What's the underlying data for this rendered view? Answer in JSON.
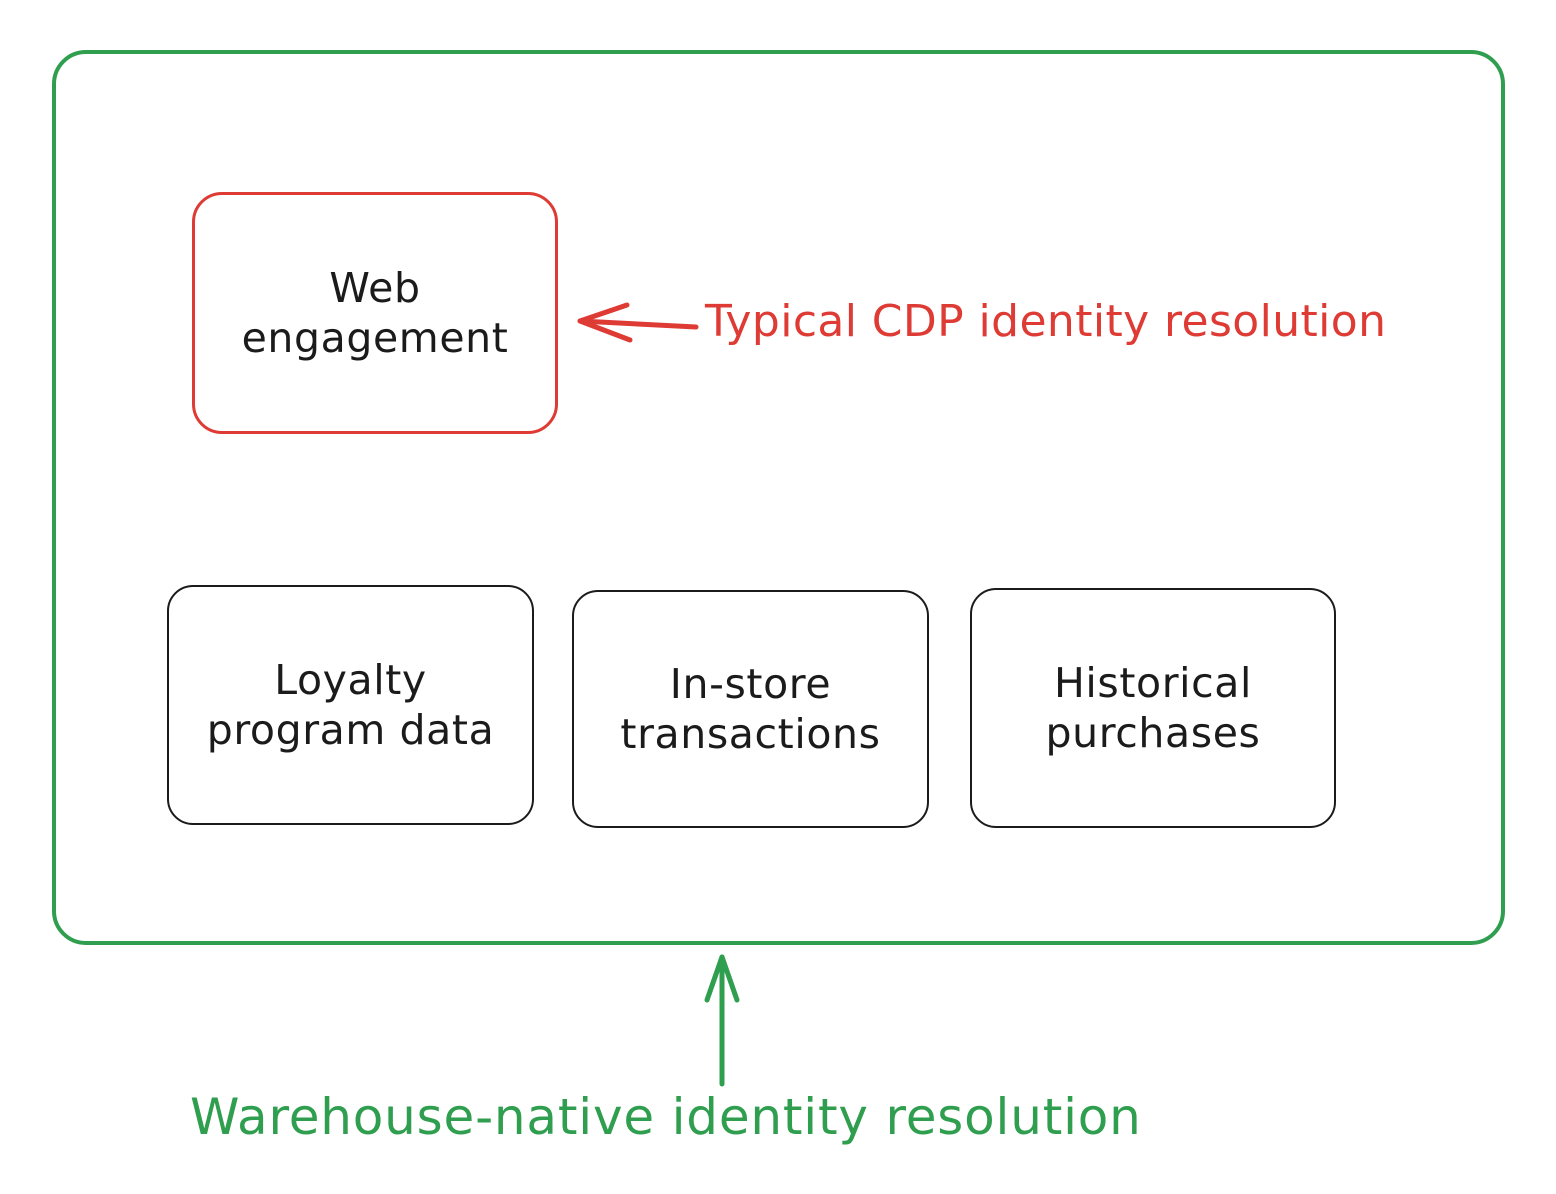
{
  "diagram": {
    "title": "Warehouse-native identity resolution",
    "colors": {
      "container_stroke": "#2f9e4f",
      "highlight_stroke": "#de3b35",
      "node_stroke": "#1b1b1b",
      "annotation_red": "#de3b35",
      "annotation_green": "#2f9e4f",
      "background": "#ffffff"
    },
    "container": {
      "name": "warehouse-container",
      "stroke_color": "#2f9e4f"
    },
    "nodes": [
      {
        "id": "web-engagement",
        "label": "Web\nengagement",
        "style": "highlight",
        "stroke_color": "#de3b35"
      },
      {
        "id": "loyalty-program-data",
        "label": "Loyalty\nprogram data",
        "style": "plain",
        "stroke_color": "#1b1b1b"
      },
      {
        "id": "in-store-transactions",
        "label": "In-store\ntransactions",
        "style": "plain",
        "stroke_color": "#1b1b1b"
      },
      {
        "id": "historical-purchases",
        "label": "Historical\npurchases",
        "style": "plain",
        "stroke_color": "#1b1b1b"
      }
    ],
    "annotations": [
      {
        "id": "typical-cdp-callout",
        "text": "Typical CDP identity resolution",
        "color": "#de3b35",
        "arrow_direction": "left",
        "points_to": "web-engagement"
      },
      {
        "id": "warehouse-native-caption",
        "text": "Warehouse-native identity resolution",
        "color": "#2f9e4f",
        "arrow_direction": "up",
        "points_to": "warehouse-container"
      }
    ]
  }
}
